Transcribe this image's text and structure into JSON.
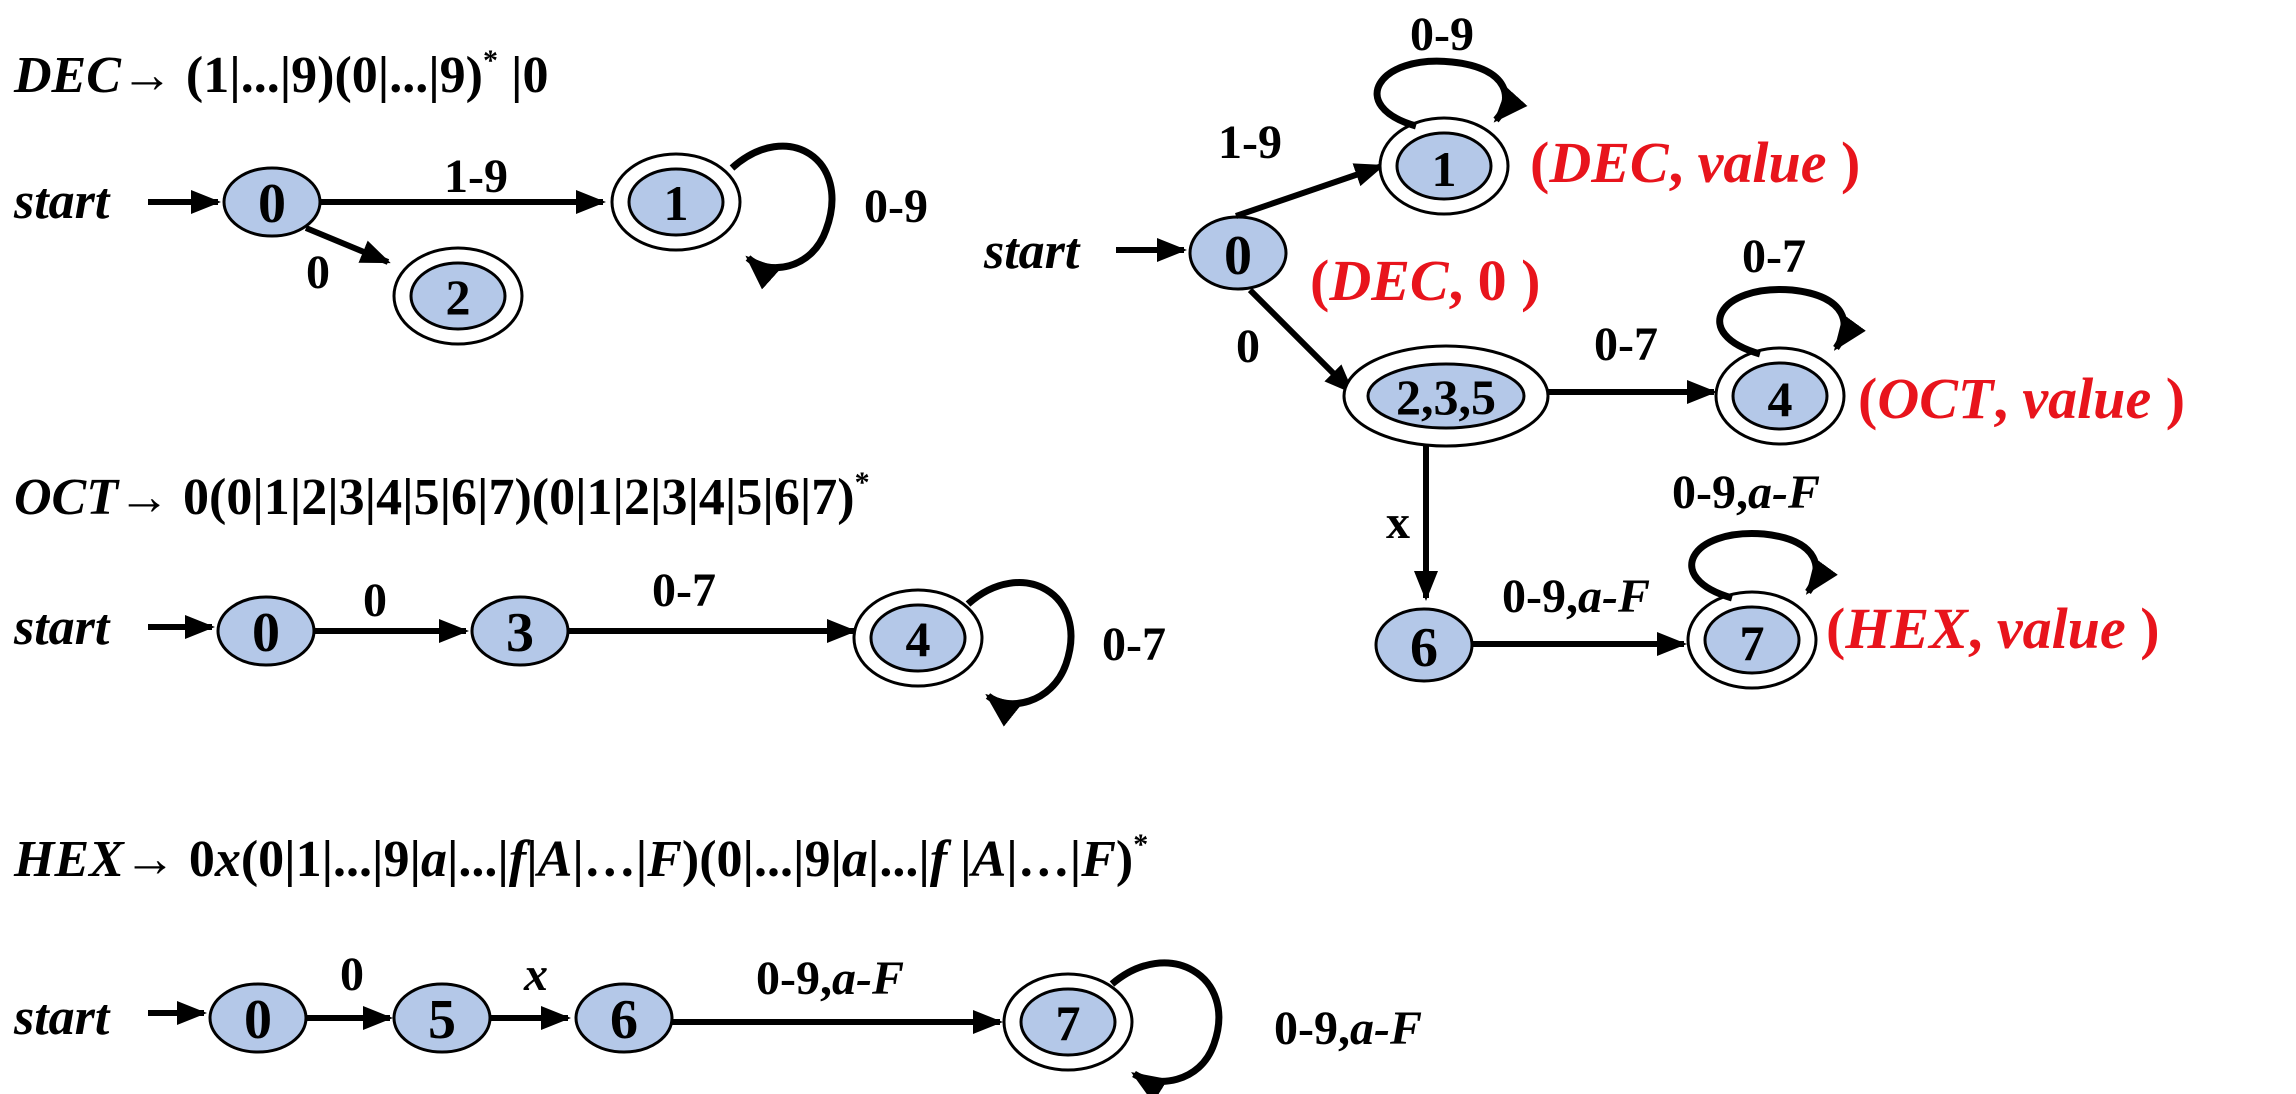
{
  "dec": {
    "head": "DEC",
    "arrow": "→",
    "body": " (1|...|9)(0|...|9)",
    "star": "*",
    "tail": " |0",
    "start": "start",
    "states": [
      "0",
      "1",
      "2"
    ],
    "labels": [
      "1-9",
      "0",
      "0-9"
    ]
  },
  "oct": {
    "head": "OCT",
    "arrow": "→",
    "body": " 0(0|1|2|3|4|5|6|7)(0|1|2|3|4|5|6|7)",
    "star": "*",
    "start": "start",
    "states": [
      "0",
      "3",
      "4"
    ],
    "labels": [
      "0",
      "0-7",
      "0-7"
    ]
  },
  "hex": {
    "head": "HEX",
    "arrow": "→",
    "body_p1": " 0",
    "body_x": "x",
    "body_p2": "(0|1|...|9|",
    "body_a1": "a",
    "body_p3": "|...|",
    "body_f1": "f",
    "body_p4": "|",
    "body_A1": "A",
    "body_p5": "|…|",
    "body_F1": "F",
    "body_p6": ")(0|...|9|",
    "body_a2": "a",
    "body_p7": "|...|",
    "body_f2": "f",
    "body_p8": " |",
    "body_A2": "A",
    "body_p9": "|…|",
    "body_F2": "F",
    "body_p10": ")",
    "star": "*",
    "start": "start",
    "states": [
      "0",
      "5",
      "6",
      "7"
    ],
    "labels": [
      "0",
      "x",
      "0-9,",
      "a-F",
      "0-9,",
      "a-F"
    ]
  },
  "combined": {
    "start": "start",
    "states": [
      "0",
      "1",
      "2,3,5",
      "4",
      "6",
      "7"
    ],
    "labels": {
      "e01": "1-9",
      "loop1": "0-9",
      "e0m": "0",
      "em4": "0-7",
      "loop4": "0-7",
      "em6": "x",
      "e67_num": "0-9,",
      "e67_it": "a-F",
      "loop7_num": "0-9,",
      "loop7_it": "a-F"
    },
    "tokens": {
      "t1_open": "(",
      "t1_name": "DEC",
      "t1_sep": ", ",
      "t1_val": "value",
      "t1_close": " )",
      "t0_open": "(",
      "t0_name": "DEC",
      "t0_sep": ", ",
      "t0_val": "0",
      "t0_close": " )",
      "t4_open": "(",
      "t4_name": "OCT",
      "t4_sep": ", ",
      "t4_val": "value",
      "t4_close": " )",
      "t7_open": "(",
      "t7_name": "HEX",
      "t7_sep": ", ",
      "t7_val": "value",
      "t7_close": " )"
    }
  },
  "colors": {
    "node": "#b4c8e8",
    "token": "#e8141c",
    "ink": "#000000"
  }
}
